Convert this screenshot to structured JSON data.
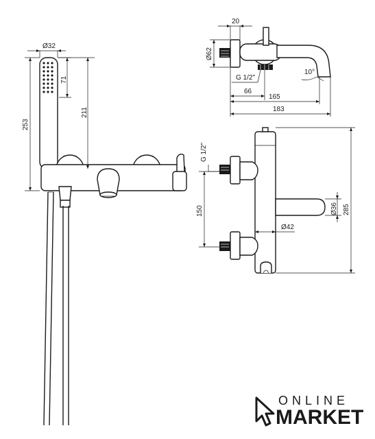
{
  "dimensions": {
    "d32": "Ø32",
    "d71": "71",
    "d253": "253",
    "d211": "211",
    "d20": "20",
    "d62": "Ø62",
    "g12_top": "G 1/2\"",
    "d66": "66",
    "d165": "165",
    "d183": "183",
    "angle10": "10°",
    "g12_side": "G 1/2\"",
    "d150": "150",
    "d36": "Ø36",
    "d42": "Ø42",
    "d285": "285"
  },
  "logo": {
    "line1": "ONLINE",
    "line2": "MARKET"
  },
  "colors": {
    "ink": "#1a1a1a",
    "background": "#ffffff"
  }
}
